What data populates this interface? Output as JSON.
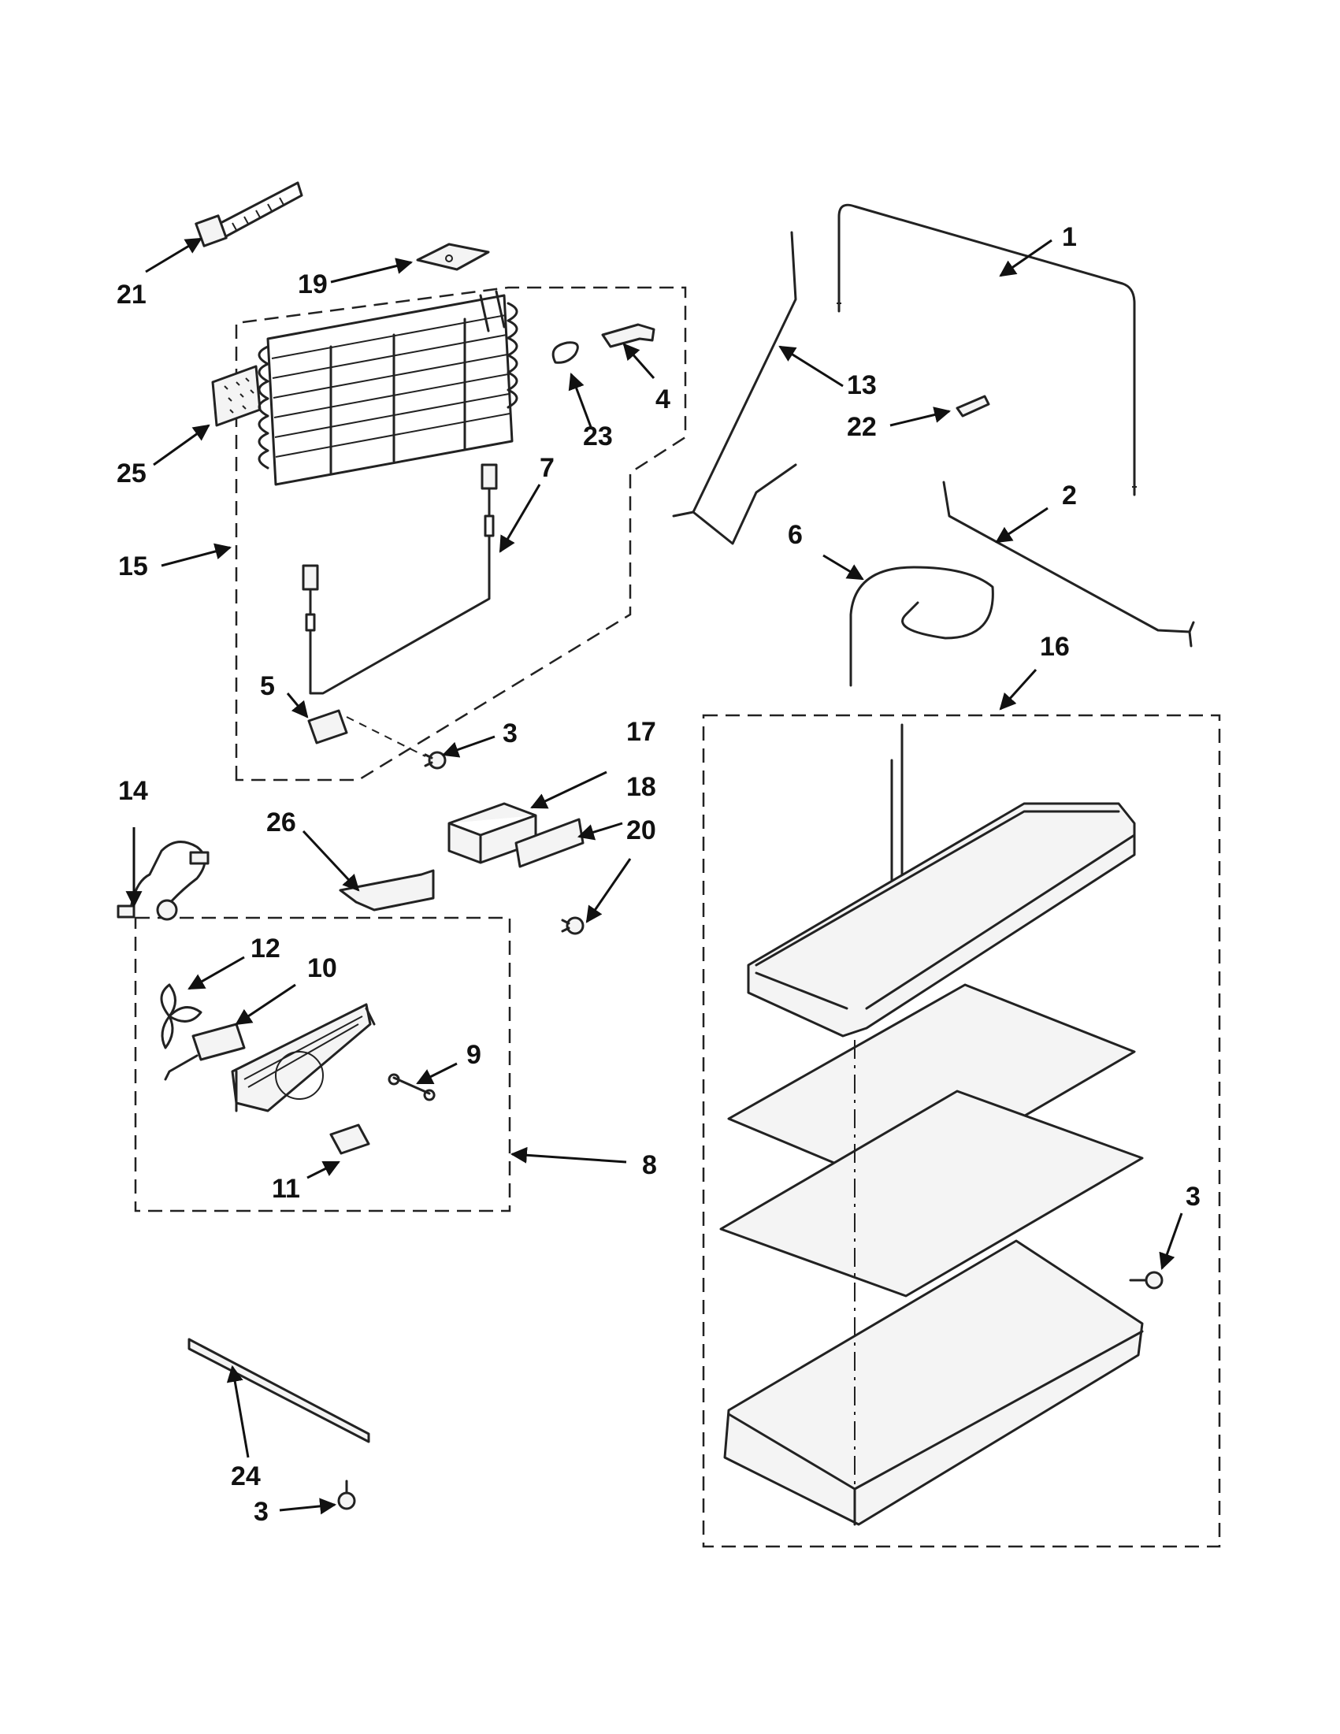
{
  "labels": {
    "p1": "1",
    "p2": "2",
    "p3a": "3",
    "p3b": "3",
    "p3c": "3",
    "p4": "4",
    "p5": "5",
    "p6": "6",
    "p7": "7",
    "p8": "8",
    "p9": "9",
    "p10": "10",
    "p11": "11",
    "p12": "12",
    "p13": "13",
    "p14": "14",
    "p15": "15",
    "p16": "16",
    "p17": "17",
    "p18": "18",
    "p19": "19",
    "p20": "20",
    "p21": "21",
    "p22": "22",
    "p23": "23",
    "p24": "24",
    "p25": "25",
    "p26": "26"
  }
}
